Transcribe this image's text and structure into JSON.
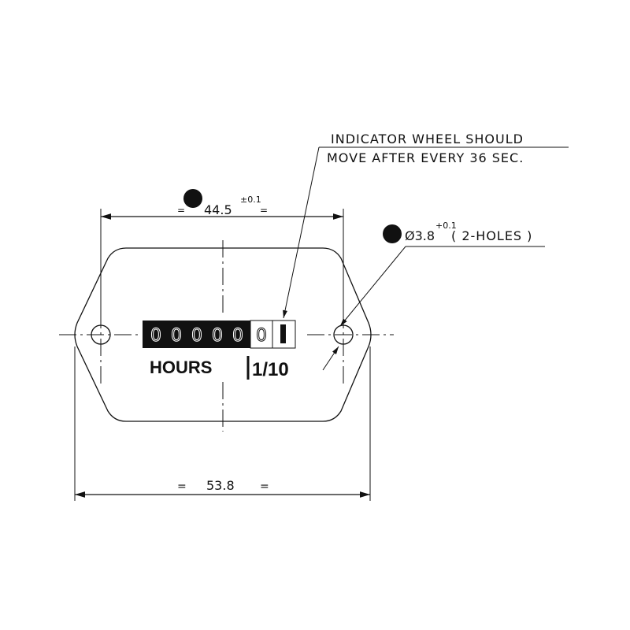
{
  "note": {
    "line1": "INDICATOR WHEEL SHOULD",
    "line2": "MOVE AFTER EVERY 36 SEC."
  },
  "dim_width_inner": {
    "eq_left": "=",
    "value": "44.5",
    "tolerance": "±0.1",
    "eq_right": "="
  },
  "dim_width_outer": {
    "eq_left": "=",
    "value": "53.8",
    "eq_right": "="
  },
  "hole": {
    "value": "Ø3.8",
    "tolerance": "+0.1",
    "label": "( 2-HOLES )"
  },
  "counter": {
    "digits": [
      "0",
      "0",
      "0",
      "0",
      "0"
    ],
    "tenths": "0"
  },
  "labels": {
    "hours": "HOURS",
    "scale": "1/10"
  }
}
